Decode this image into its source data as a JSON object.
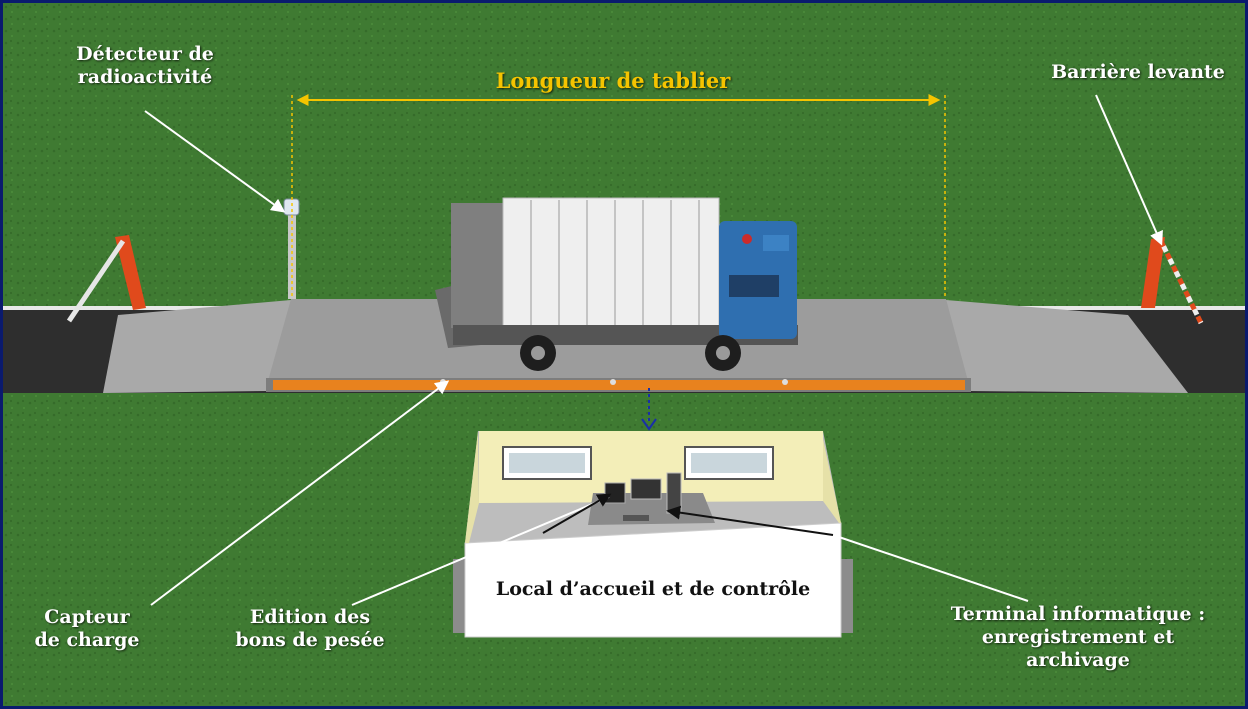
{
  "labels": {
    "radiation_detector": [
      "Détecteur de",
      "radioactivité"
    ],
    "deck_length": "Longueur de tablier",
    "barrier": "Barrière levante",
    "load_sensor": [
      "Capteur",
      "de charge"
    ],
    "ticket_printing": [
      "Edition des",
      "bons de pesée"
    ],
    "office": "Local d’accueil et de contrôle",
    "terminal": [
      "Terminal informatique :",
      "enregistrement et",
      "archivage"
    ]
  },
  "colors": {
    "grass": "#3f7a32",
    "road": "#2e2e2e",
    "deck": "#9a9a9a",
    "ramp": "#a8a8a8",
    "dimension_line": "#f5c400",
    "load_sensor_beam": "#e8821e",
    "barrier": "#e04a1c",
    "truck_cab": "#2f6fb0",
    "truck_body": "#efefef",
    "office_wall": "#f3eeb8",
    "connector_arrow": "#1a2fa8",
    "frame": "#0a1a6e"
  },
  "icons": [
    "truck",
    "barrier-gate",
    "radiation-detector-post",
    "load-sensor-beam",
    "weighbridge-office",
    "ticket-printer",
    "computer-terminal"
  ]
}
